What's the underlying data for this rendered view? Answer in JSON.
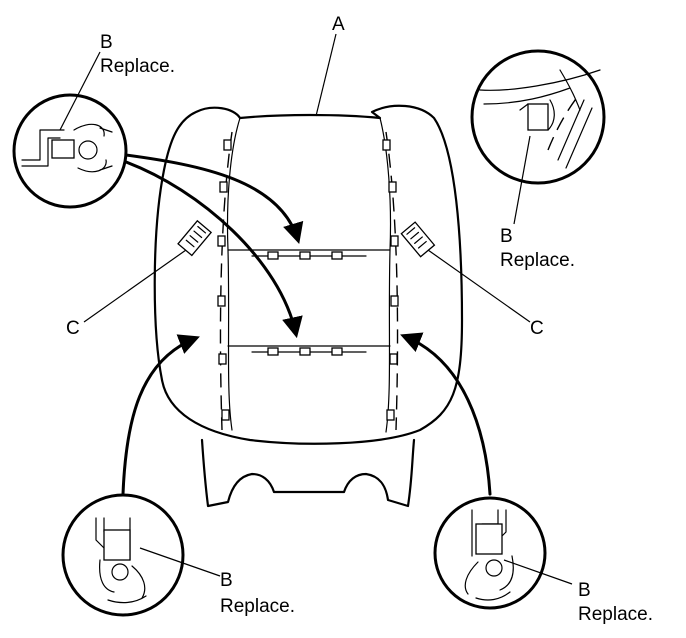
{
  "labels": {
    "a": "A",
    "b_top_left": "B",
    "b_top_left_note": "Replace.",
    "b_top_right": "B",
    "b_top_right_note": "Replace.",
    "b_bottom_left": "B",
    "b_bottom_left_note": "Replace.",
    "b_bottom_right": "B",
    "b_bottom_right_note": "Replace.",
    "c_left": "C",
    "c_right": "C"
  }
}
